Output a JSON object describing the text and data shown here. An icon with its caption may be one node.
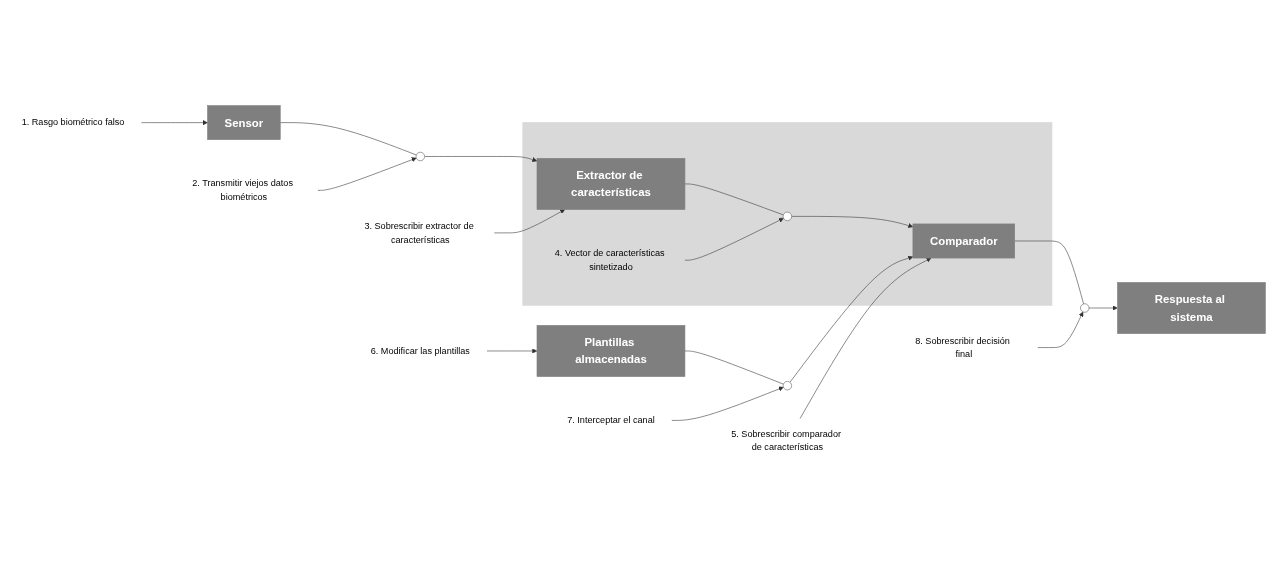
{
  "diagram": {
    "nodes": [
      {
        "text": [
          "Plantillas almacenadas"
        ]
      },
      {
        "text": [
          "6. Modificar las plantillas"
        ]
      },
      {
        "text": [
          "3. Sobrescribir extractor de características"
        ]
      },
      {
        "text": [],
        "shape": "circle"
      },
      {
        "text": [
          "7. Interceptar el canal"
        ]
      },
      {
        "text": [],
        "shape": "box"
      },
      {
        "text": [
          "Sensor"
        ]
      },
      {
        "text": [],
        "shape": "circle"
      },
      {
        "text": [
          "Extractor de características"
        ],
        "in": 5
      },
      {
        "text": [],
        "shape": "circle",
        "in": 5
      },
      {
        "text": [
          "Comparador"
        ],
        "in": 5
      },
      {
        "text": [],
        "shape": "circle"
      },
      {
        "text": [
          "Respuesta al sistema"
        ]
      },
      {
        "text": [
          "1. Rasgo biométrico falso"
        ]
      },
      {
        "text": [
          "4. Vector de características sintetizado"
        ],
        "in": 5
      },
      {
        "text": [
          "8. Sobrescribir decisión final"
        ]
      },
      {
        "text": [
          "2. Transmitir viejos datos biométricos"
        ]
      },
      {
        "text": [
          "5. Sobrescribir comparador de características"
        ]
      }
    ],
    "edges": [
      {
        "from": 6,
        "to": 7,
        "arrow": "none"
      },
      {
        "from": 7,
        "to": 8,
        "arrow": "to"
      },
      {
        "from": 8,
        "to": 9,
        "arrow": "none"
      },
      {
        "from": 9,
        "to": 10,
        "arrow": "to"
      },
      {
        "from": 10,
        "to": 11,
        "arrow": "none"
      },
      {
        "from": 11,
        "to": 12,
        "arrow": "to"
      },
      {
        "from": 0,
        "to": 3,
        "arrow": "none"
      },
      {
        "from": 3,
        "to": 10,
        "arrow": "to"
      },
      {
        "from": 1,
        "to": 0,
        "arrow": "to"
      },
      {
        "from": 2,
        "to": 8,
        "arrow": "to"
      },
      {
        "from": 4,
        "to": 3,
        "arrow": "to"
      },
      {
        "from": 13,
        "to": 6,
        "arrow": "to"
      },
      {
        "from": 14,
        "to": 9,
        "arrow": "to"
      },
      {
        "from": 15,
        "to": 11,
        "arrow": "to"
      },
      {
        "from": 16,
        "to": 7,
        "arrow": "to"
      },
      {
        "from": 17,
        "to": 10,
        "arrow": "to"
      }
    ]
  }
}
